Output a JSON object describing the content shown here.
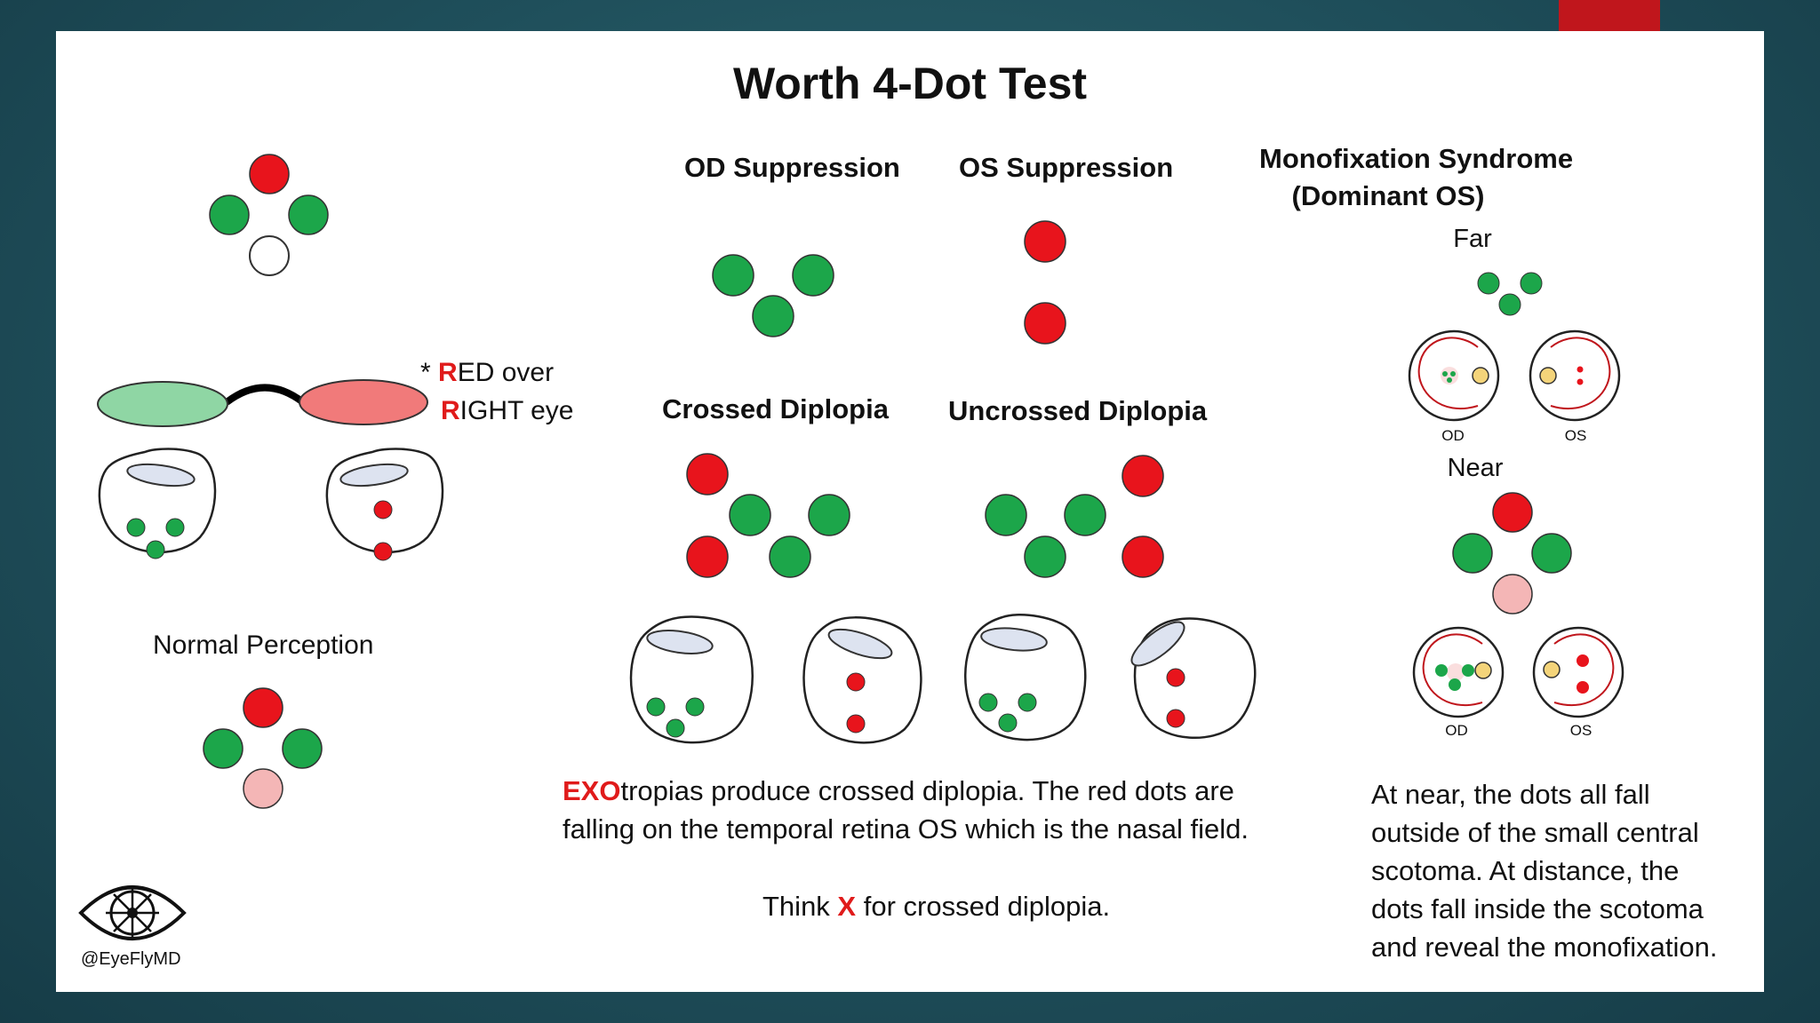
{
  "title": "Worth 4-Dot Test",
  "colors": {
    "red": "#e8141c",
    "green": "#1ca64a",
    "pink": "#f4b6b6",
    "lens_green": "#8fd6a4",
    "lens_red": "#f17a7a",
    "accent": "#c0161c",
    "background": "#1f4f5b"
  },
  "headings": {
    "od_suppression": "OD Suppression",
    "os_suppression": "OS Suppression",
    "crossed": "Crossed Diplopia",
    "uncrossed": "Uncrossed Diplopia",
    "monofix_line1": "Monofixation Syndrome",
    "monofix_line2": "(Dominant OS)",
    "far": "Far",
    "near": "Near",
    "normal": "Normal Perception"
  },
  "red_right_note": {
    "asterisk": "* ",
    "line1_first": "R",
    "line1_rest": "ED over",
    "line2_first": "R",
    "line2_rest": "IGHT eye"
  },
  "eye_labels": {
    "od": "OD",
    "os": "OS"
  },
  "exo_text": {
    "highlight": "EXO",
    "line1_rest": "tropias produce crossed diplopia. The red dots are",
    "line2": "falling on the temporal retina OS which is the nasal field."
  },
  "think_text": {
    "before": "Think ",
    "highlight": "X",
    "after": " for crossed diplopia."
  },
  "monofix_text": [
    "At near, the dots all fall",
    "outside of the small central",
    "scotoma. At distance, the",
    "dots fall inside the scotoma",
    "and reveal the monofixation."
  ],
  "logo": {
    "handle": "@EyeFlyMD",
    "icon": "eye-wheel-logo"
  }
}
